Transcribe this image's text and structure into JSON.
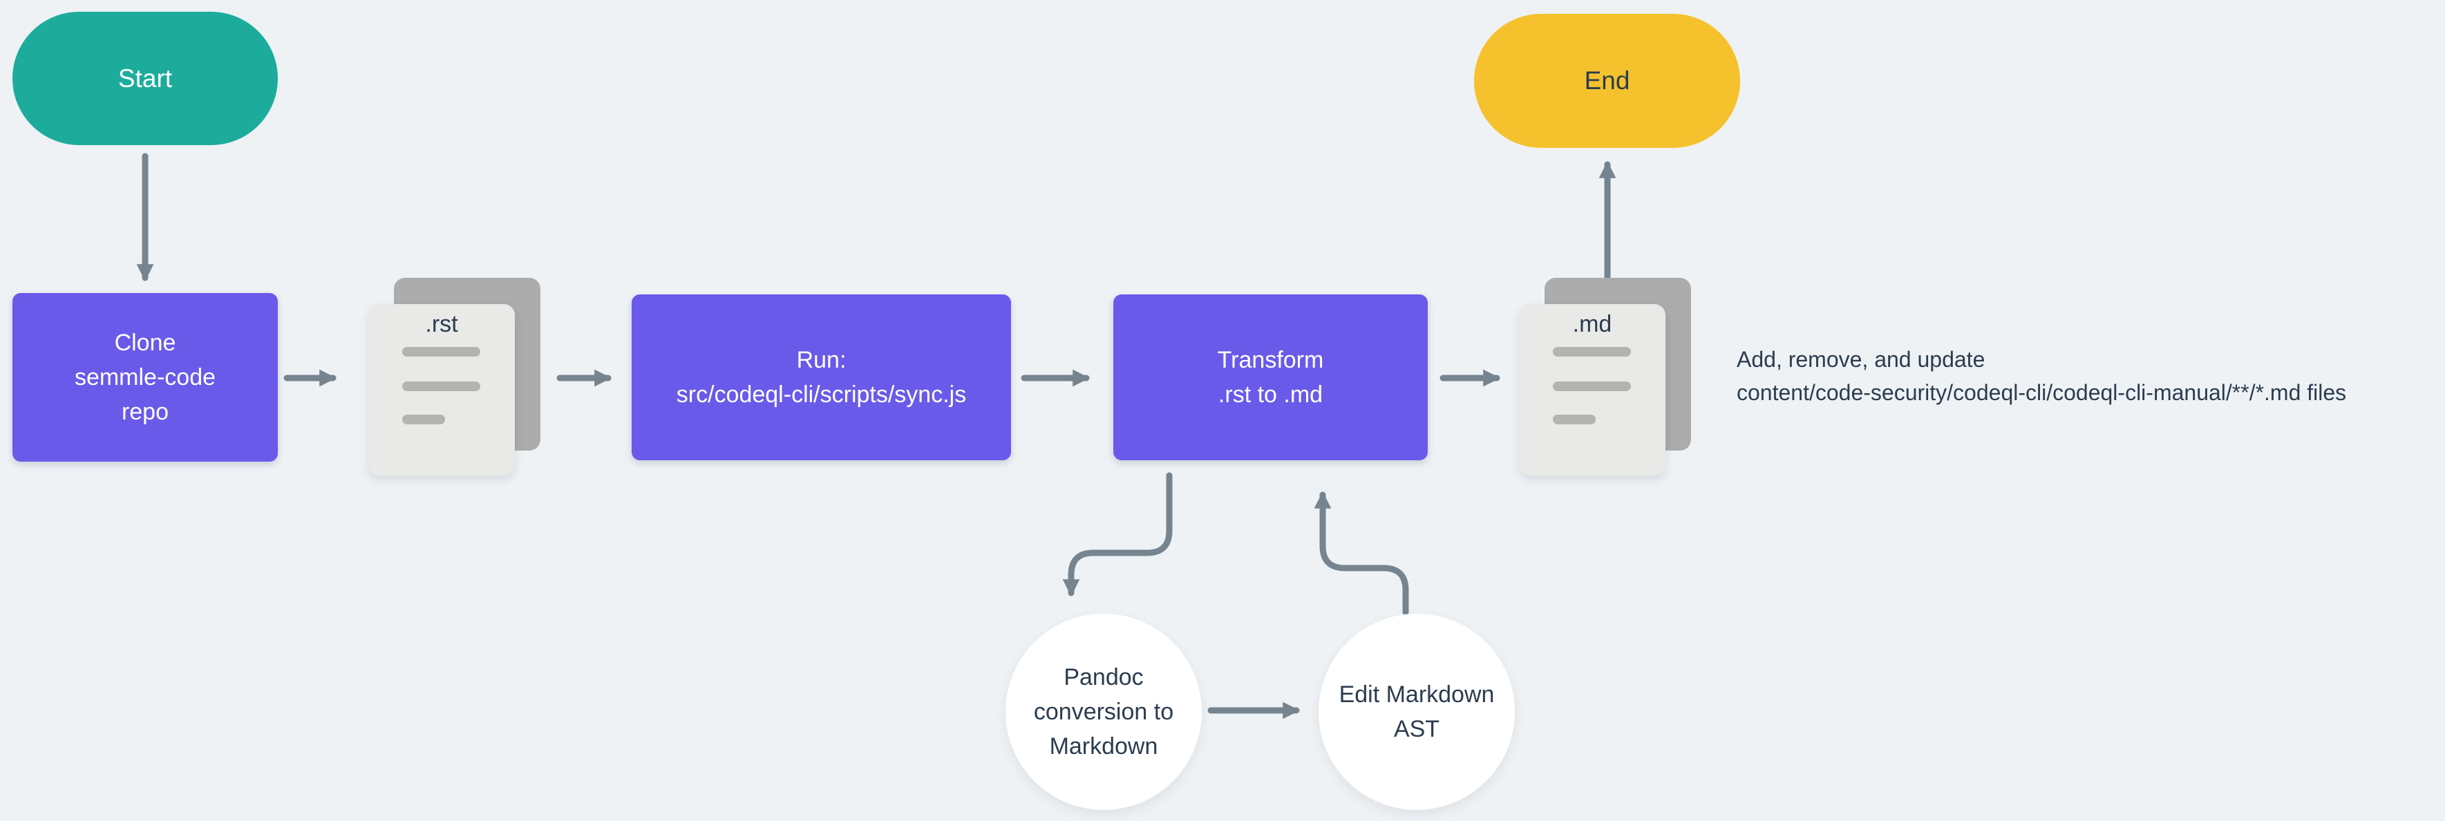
{
  "diagram": {
    "title_hint": "docs sync flowchart",
    "background": "#EEF2F5",
    "nodes": {
      "start": {
        "label": "Start",
        "type": "terminator",
        "color": "#1DAC9C"
      },
      "clone": {
        "label": "Clone\nsemmle-code\nrepo",
        "type": "process",
        "color": "#6A5AE9"
      },
      "rst_files": {
        "label": ".rst",
        "type": "document",
        "color": "#E9E9E8"
      },
      "run_sync": {
        "label": "Run:\nsrc/codeql-cli/scripts/sync.js",
        "type": "process",
        "color": "#6A5AE9"
      },
      "transform": {
        "label": "Transform\n.rst to .md",
        "type": "process",
        "color": "#6A5AE9"
      },
      "md_files": {
        "label": ".md",
        "type": "document",
        "color": "#E9E9E8"
      },
      "end": {
        "label": "End",
        "type": "terminator",
        "color": "#F5C22D"
      },
      "pandoc": {
        "label": "Pandoc\nconversion to\nMarkdown",
        "type": "subprocess",
        "color": "#FFFFFF"
      },
      "edit_ast": {
        "label": "Edit Markdown\nAST",
        "type": "subprocess",
        "color": "#FFFFFF"
      }
    },
    "annotation": "Add, remove, and update\ncontent/code-security/codeql-cli/codeql-cli-manual/**/*.md files",
    "edges": [
      {
        "from": "start",
        "to": "clone"
      },
      {
        "from": "clone",
        "to": "rst_files"
      },
      {
        "from": "rst_files",
        "to": "run_sync"
      },
      {
        "from": "run_sync",
        "to": "transform"
      },
      {
        "from": "transform",
        "to": "md_files"
      },
      {
        "from": "md_files",
        "to": "end"
      },
      {
        "from": "transform",
        "to": "pandoc"
      },
      {
        "from": "pandoc",
        "to": "edit_ast"
      },
      {
        "from": "edit_ast",
        "to": "transform"
      }
    ],
    "colors": {
      "arrow": "#76848F",
      "text_dark": "#2C3C4E",
      "process": "#6A5AE9",
      "start": "#1DAC9C",
      "end": "#F5C22D",
      "file_front": "#E9E9E8",
      "file_back": "#ACACAC",
      "file_bar": "#B3B3B2",
      "background": "#EEF2F5"
    }
  }
}
